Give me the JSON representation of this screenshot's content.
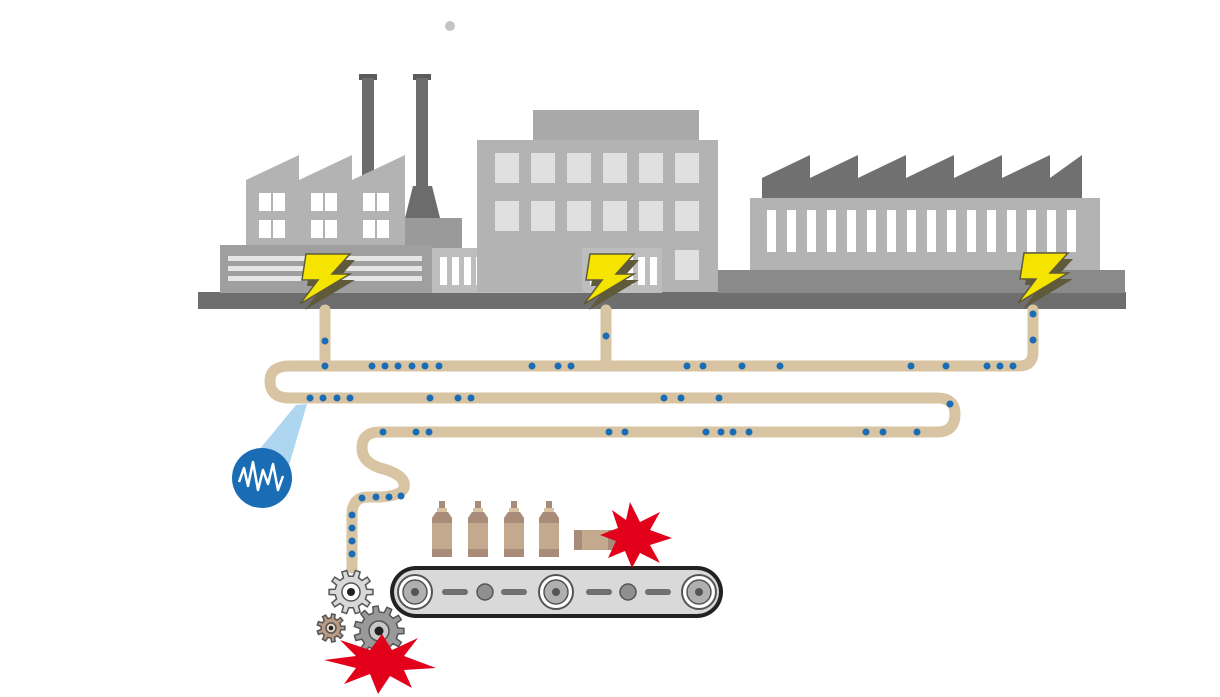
{
  "colors": {
    "background": "#ffffff",
    "building_light": "#b3b3b3",
    "building_mid": "#9a9a9a",
    "building_dark": "#707070",
    "ground": "#6e6e6e",
    "window": "#e6e6e6",
    "bolt_fill": "#f5e400",
    "bolt_side": "#5f5a3a",
    "pipe": "#d8c4a2",
    "particle": "#1a6db5",
    "sensor": "#1a6db5",
    "sensor_beam": "#aed6f0",
    "bottle": "#a88b78",
    "bottle_cap": "#d8c4a2",
    "conveyor_belt": "#d9d9d9",
    "gear_light": "#d8d8d8",
    "gear_dark": "#999999",
    "gear_small": "#b89a84",
    "spark": "#e3001b"
  },
  "icons": {
    "power": "lightning-bolt-icon",
    "sensor": "waveform-sensor-icon",
    "fault": "red-spark-icon",
    "gear": "gear-icon"
  },
  "elements": {
    "factories": [
      "factory-left",
      "factory-center",
      "factory-right"
    ],
    "power_feeds": 3,
    "bottles_upright": 4,
    "bottles_fallen": 1,
    "gears": 3,
    "fault_sparks": 2
  }
}
